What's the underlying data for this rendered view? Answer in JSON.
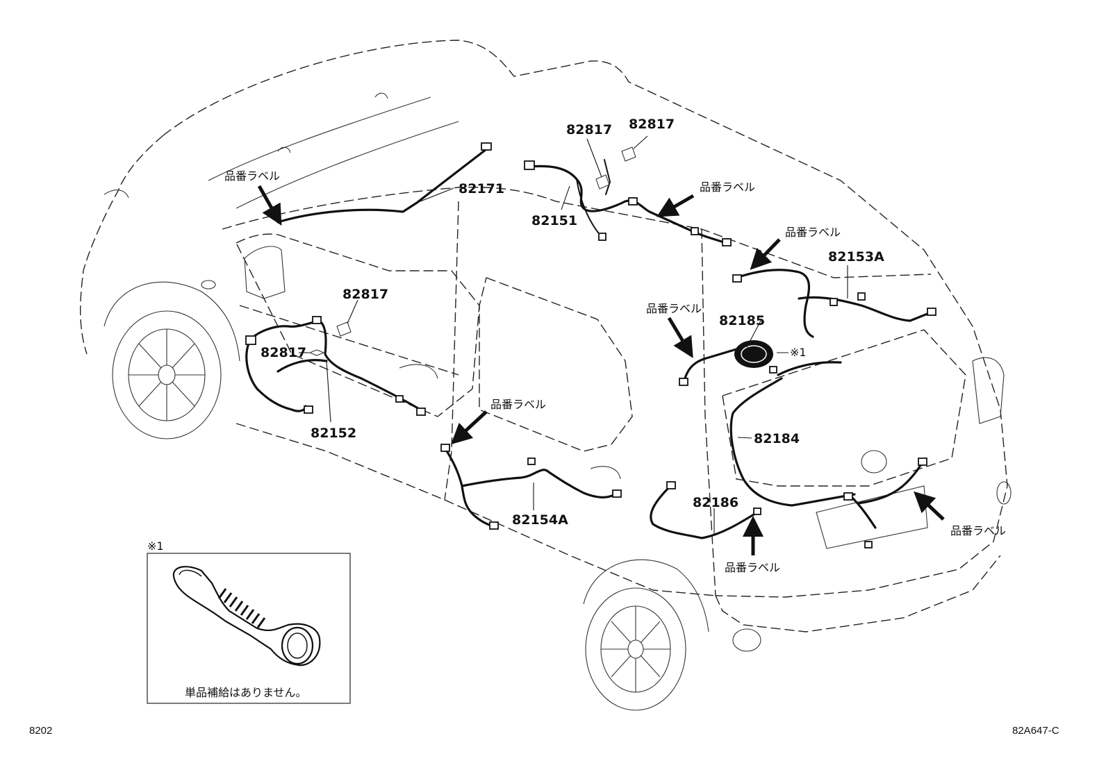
{
  "labels": {
    "p82171": "82171",
    "p82817_top_left": "82817",
    "p82817_top_right": "82817",
    "p82151": "82151",
    "p82153a": "82153A",
    "p82185": "82185",
    "p82817_door": "82817",
    "p82817_door_inner": "82817",
    "p82152": "82152",
    "p82184": "82184",
    "p82154a": "82154A",
    "p82186": "82186"
  },
  "part_label_text": "品番ラベル",
  "note_marker": "※1",
  "detail_box": {
    "marker": "※1",
    "caption": "単品補給はありません。"
  },
  "footer": {
    "left_code": "8202",
    "right_code": "82A647-C"
  }
}
